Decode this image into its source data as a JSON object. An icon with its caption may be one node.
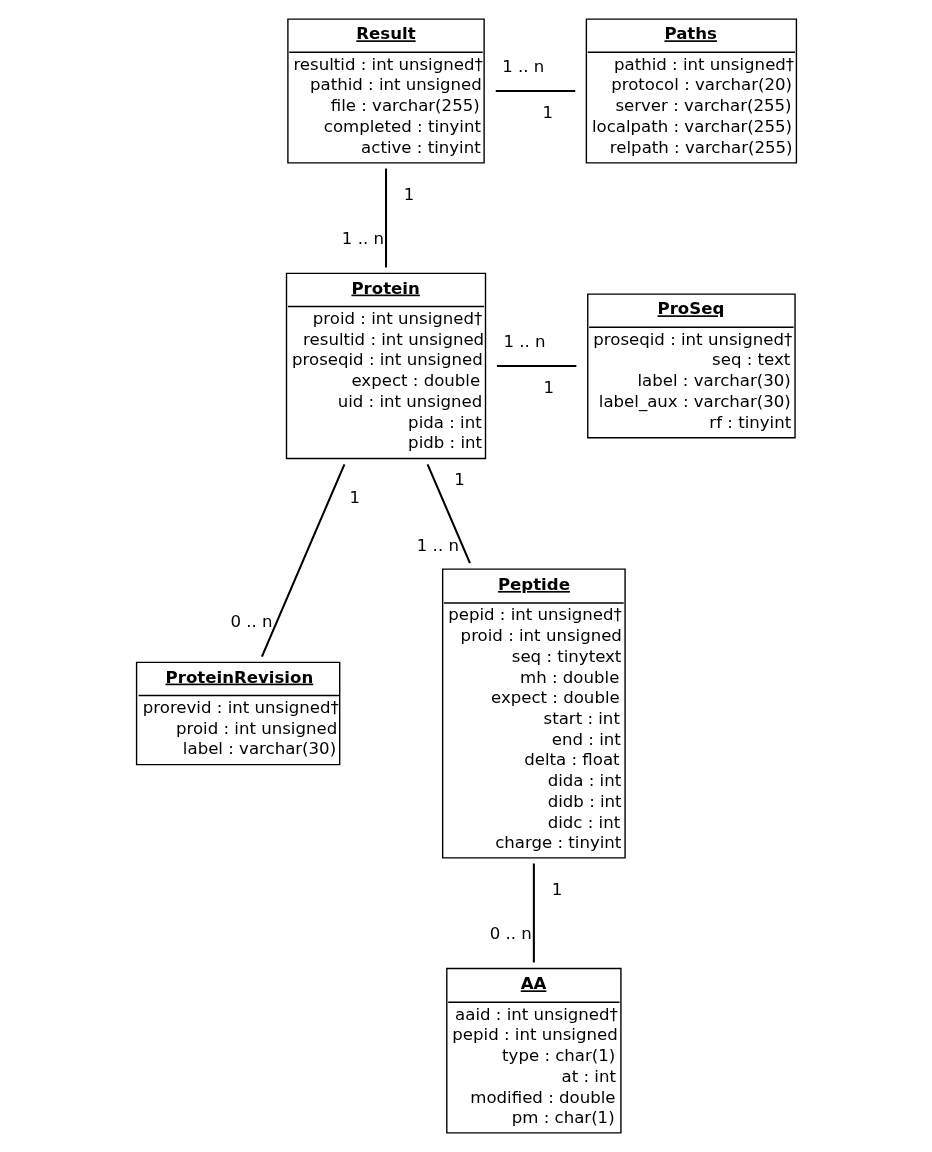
{
  "diagram": {
    "nodes": [
      {
        "text": [
          "Result",
          "resultid : int unsigned†",
          "pathid : int unsigned",
          "file : varchar(255)",
          "completed : tinyint",
          "active : tinyint"
        ]
      },
      {
        "text": [
          "Paths",
          "pathid : int unsigned†",
          "protocol : varchar(20)",
          "server : varchar(255)",
          "localpath : varchar(255)",
          "relpath : varchar(255)"
        ]
      },
      {
        "text": [
          "Protein",
          "proid : int unsigned†",
          "resultid : int unsigned",
          "proseqid : int unsigned",
          "expect : double",
          "uid : int unsigned",
          "pida : int",
          "pidb : int"
        ]
      },
      {
        "text": [
          "ProSeq",
          "proseqid : int unsigned†",
          "seq : text",
          "label : varchar(30)",
          "label_aux : varchar(30)",
          "rf : tinyint"
        ]
      },
      {
        "text": [
          "ProteinRevision",
          "prorevid : int unsigned†",
          "proid : int unsigned",
          "label : varchar(30)"
        ]
      },
      {
        "text": [
          "Peptide",
          "pepid : int unsigned†",
          "proid : int unsigned",
          "seq : tinytext",
          "mh : double",
          "expect : double",
          "start : int",
          "end : int",
          "delta : float",
          "dida : int",
          "didb : int",
          "didc : int",
          "charge : tinyint"
        ]
      },
      {
        "text": [
          "AA",
          "aaid : int unsigned†",
          "pepid : int unsigned",
          "type : char(1)",
          "at : int",
          "modified : double",
          "pm : char(1)"
        ]
      }
    ],
    "edges": [
      {
        "from": 0,
        "to": 1,
        "arrow": "none"
      },
      {
        "from": 0,
        "to": 2,
        "arrow": "none"
      },
      {
        "from": 2,
        "to": 3,
        "arrow": "none"
      },
      {
        "from": 2,
        "to": 4,
        "arrow": "none"
      },
      {
        "from": 2,
        "to": 5,
        "arrow": "none"
      },
      {
        "from": 5,
        "to": 6,
        "arrow": "none"
      }
    ],
    "labels": [
      "1",
      "1 .. n",
      "1",
      "1 .. n",
      "1",
      "1 .. n",
      "1",
      "1",
      "0 .. n",
      "1 .. n",
      "1",
      "0 .. n"
    ]
  }
}
